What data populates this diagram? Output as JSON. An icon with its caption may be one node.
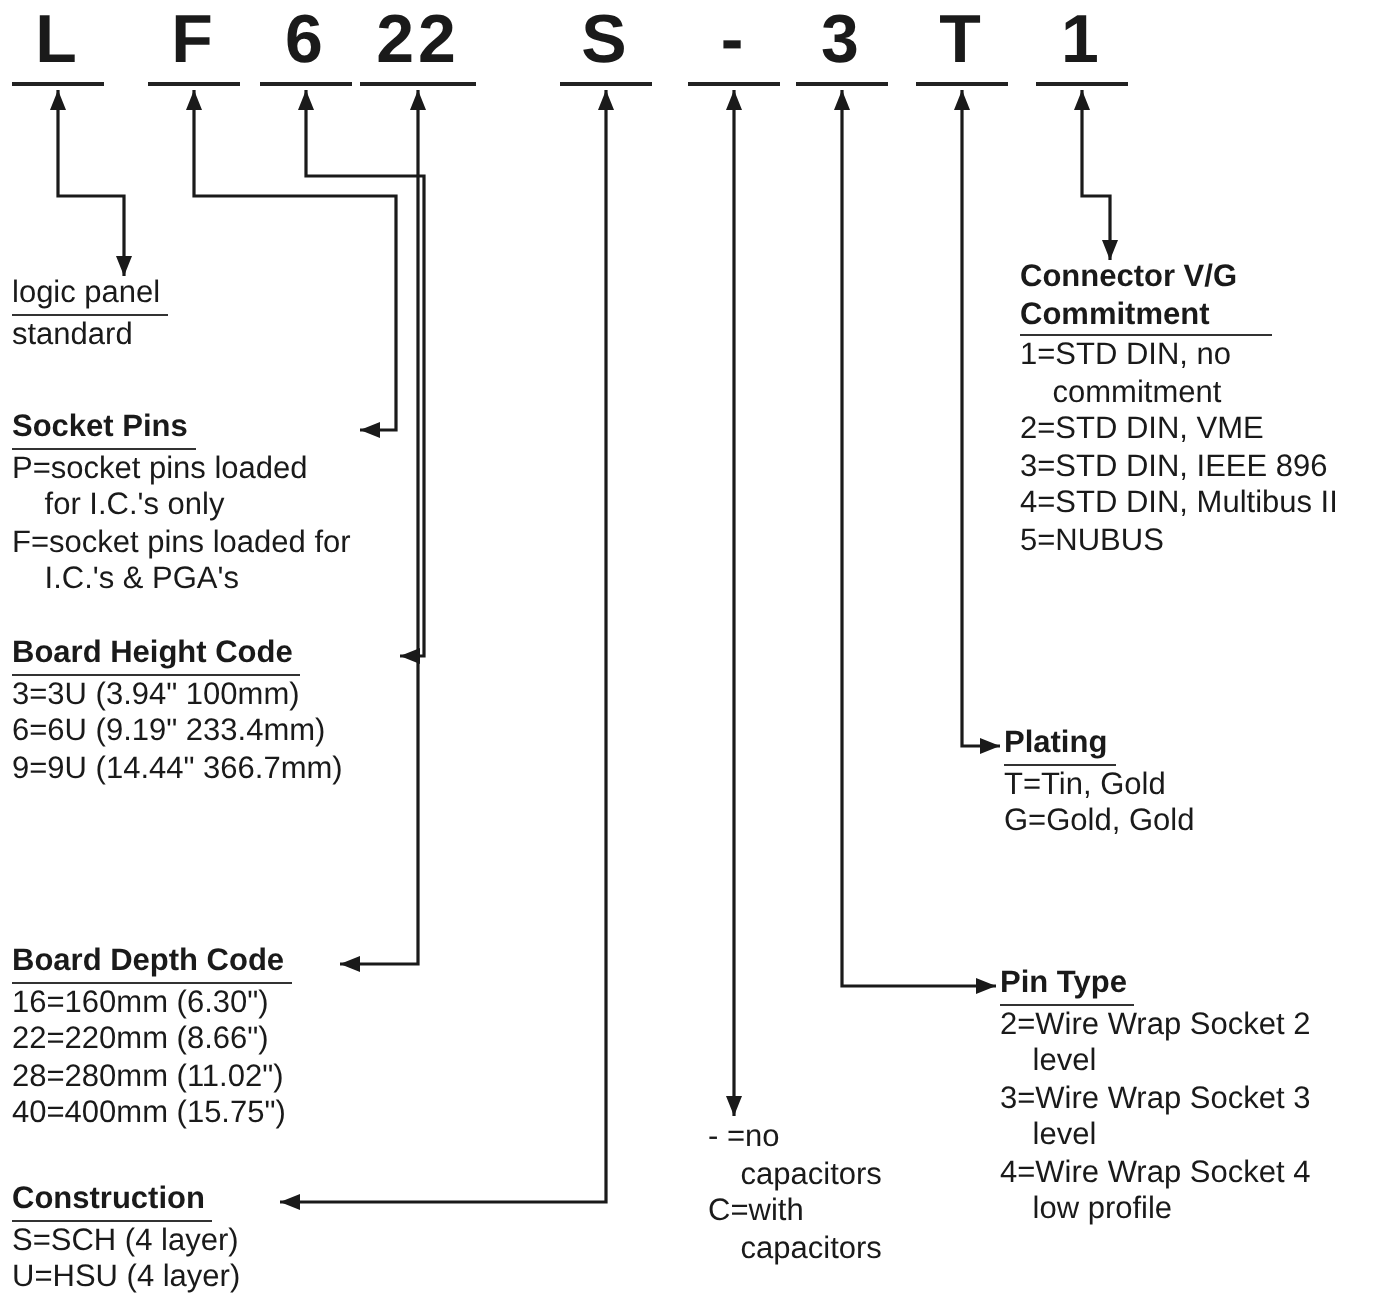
{
  "diagram": {
    "nodes": [
      {
        "text": [
          "L"
        ]
      },
      {
        "text": [
          "F"
        ]
      },
      {
        "text": [
          "6"
        ]
      },
      {
        "text": [
          "22"
        ]
      },
      {
        "text": [
          "S"
        ]
      },
      {
        "text": [
          "-"
        ]
      },
      {
        "text": [
          "3"
        ]
      },
      {
        "text": [
          "T"
        ]
      },
      {
        "text": [
          "1"
        ]
      },
      {
        "text": [
          "logic panel",
          "standard"
        ]
      },
      {
        "text": [
          "Socket Pins",
          "P=socket pins loaded for I.C.'s only",
          "F=socket pins loaded for I.C.'s & PGA's"
        ]
      },
      {
        "text": [
          "Board Height Code",
          "3=3U (3.94\" 100mm)",
          "6=6U (9.19\" 233.4mm)",
          "9=9U (14.44\" 366.7mm)"
        ]
      },
      {
        "text": [
          "Board Depth Code",
          "16=160mm (6.30\")",
          "22=220mm (8.66\")",
          "28=280mm (11.02\")",
          "40=400mm (15.75\")"
        ]
      },
      {
        "text": [
          "Construction",
          "S=SCH (4 layer)",
          "U=HSU (4 layer)"
        ]
      },
      {
        "text": [
          "- =no capacitors",
          "C=with capacitors"
        ]
      },
      {
        "text": [
          "Pin Type",
          "2=Wire Wrap Socket 2 level",
          "3=Wire Wrap Socket 3 level",
          "4=Wire Wrap Socket 4 low profile"
        ]
      },
      {
        "text": [
          "Plating",
          "T=Tin, Gold",
          "G=Gold, Gold"
        ]
      },
      {
        "text": [
          "Connector V/G Commitment",
          "1=STD DIN, no commitment",
          "2=STD DIN, VME",
          "3=STD DIN, IEEE 896",
          "4=STD DIN, Multibus II",
          "5=NUBUS"
        ]
      }
    ],
    "edges": [
      {
        "from": 0,
        "to": 9,
        "arrow": "both"
      },
      {
        "from": 1,
        "to": 10,
        "arrow": "both"
      },
      {
        "from": 2,
        "to": 11,
        "arrow": "both"
      },
      {
        "from": 3,
        "to": 12,
        "arrow": "both"
      },
      {
        "from": 4,
        "to": 13,
        "arrow": "both"
      },
      {
        "from": 5,
        "to": 14,
        "arrow": "both"
      },
      {
        "from": 6,
        "to": 15,
        "arrow": "both"
      },
      {
        "from": 7,
        "to": 16,
        "arrow": "both"
      },
      {
        "from": 8,
        "to": 17,
        "arrow": "both"
      }
    ]
  }
}
